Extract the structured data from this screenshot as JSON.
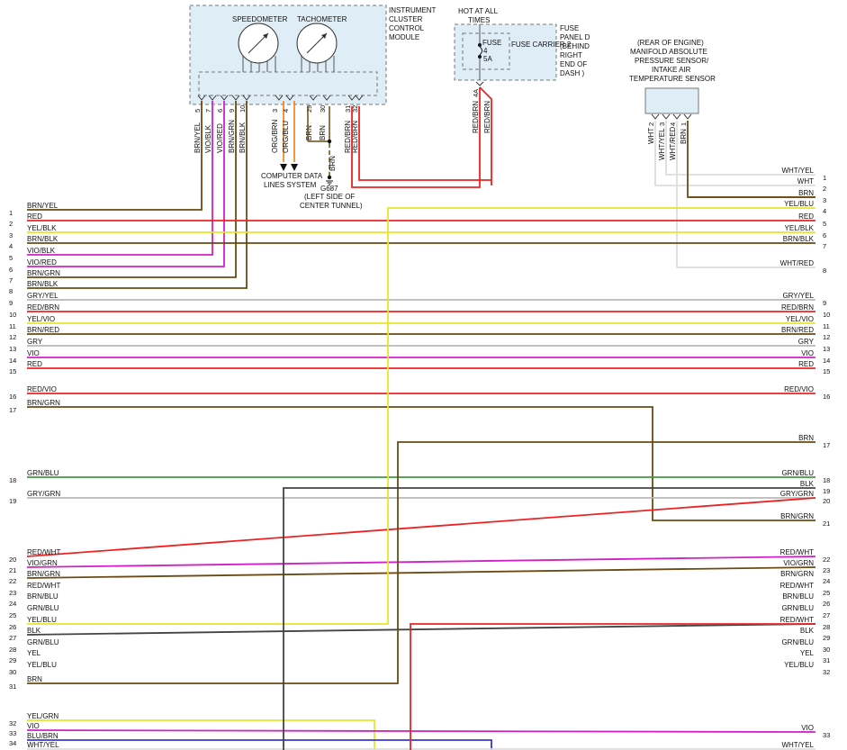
{
  "cluster": {
    "title_lines": [
      "INSTRUMENT",
      "CLUSTER",
      "CONTROL",
      "MODULE"
    ],
    "speedometer": "SPEEDOMETER",
    "tachometer": "TACHOMETER",
    "pins": [
      {
        "pin": "5",
        "color": "BRN/YEL"
      },
      {
        "pin": "7",
        "color": "VIO/BLK"
      },
      {
        "pin": "6",
        "color": "VIO/RED"
      },
      {
        "pin": "9",
        "color": "BRN/GRN"
      },
      {
        "pin": "10",
        "color": "BRN/BLK"
      },
      {
        "pin": "3",
        "color": "ORG/BRN"
      },
      {
        "pin": "4",
        "color": "ORG/BLU"
      },
      {
        "pin": "29",
        "color": "BRN"
      },
      {
        "pin": "30",
        "color": "BRN"
      },
      {
        "pin": "31",
        "color": "RED/BRN"
      },
      {
        "pin": "32",
        "color": "RED/BRN"
      }
    ]
  },
  "computer_data": [
    "COMPUTER DATA",
    "LINES SYSTEM"
  ],
  "ground": {
    "wire": "BRN",
    "id": "G687",
    "location": [
      "(LEFT SIDE OF",
      "CENTER TUNNEL)"
    ]
  },
  "fuse": {
    "hot": [
      "HOT AT ALL",
      "TIMES"
    ],
    "panel": [
      "FUSE",
      "PANEL D",
      "(BEHIND",
      "RIGHT",
      "END OF",
      "DASH )"
    ],
    "label": "FUSE",
    "number": "4",
    "rating": "5A",
    "carrier": "FUSE CARRIER 2",
    "pin": "4A",
    "wires": [
      "RED/BRN",
      "RED/BRN"
    ]
  },
  "sensor": {
    "title_lines": [
      "(REAR OF ENGINE)",
      "MANIFOLD ABSOLUTE",
      "PRESSURE SENSOR/",
      "INTAKE AIR",
      "TEMPERATURE SENSOR"
    ],
    "pins": [
      {
        "color": "WHT",
        "pin": "2"
      },
      {
        "color": "WHT/YEL",
        "pin": "3"
      },
      {
        "color": "WHT/RED",
        "pin": "4"
      },
      {
        "color": "BRN",
        "pin": "1"
      }
    ]
  },
  "left_wires": [
    {
      "n": "1",
      "label": "BRN/YEL"
    },
    {
      "n": "2",
      "label": "RED"
    },
    {
      "n": "3",
      "label": "YEL/BLK"
    },
    {
      "n": "4",
      "label": "BRN/BLK"
    },
    {
      "n": "5",
      "label": "VIO/BLK"
    },
    {
      "n": "6",
      "label": "VIO/RED"
    },
    {
      "n": "7",
      "label": "BRN/GRN"
    },
    {
      "n": "8",
      "label": "BRN/BLK"
    },
    {
      "n": "9",
      "label": "GRY/YEL"
    },
    {
      "n": "10",
      "label": "RED/BRN"
    },
    {
      "n": "11",
      "label": "YEL/VIO"
    },
    {
      "n": "12",
      "label": "BRN/RED"
    },
    {
      "n": "13",
      "label": "GRY"
    },
    {
      "n": "14",
      "label": "VIO"
    },
    {
      "n": "15",
      "label": "RED"
    },
    {
      "n": "16",
      "label": "RED/VIO"
    },
    {
      "n": "17",
      "label": "BRN/GRN"
    },
    {
      "n": "18",
      "label": "GRN/BLU"
    },
    {
      "n": "19",
      "label": "GRY/GRN"
    },
    {
      "n": "20",
      "label": "RED/WHT"
    },
    {
      "n": "21",
      "label": "VIO/GRN"
    },
    {
      "n": "22",
      "label": "BRN/GRN"
    },
    {
      "n": "23",
      "label": "RED/WHT"
    },
    {
      "n": "24",
      "label": "BRN/BLU"
    },
    {
      "n": "25",
      "label": "GRN/BLU"
    },
    {
      "n": "26",
      "label": "YEL/BLU"
    },
    {
      "n": "27",
      "label": "BLK"
    },
    {
      "n": "28",
      "label": "GRN/BLU"
    },
    {
      "n": "29",
      "label": "YEL"
    },
    {
      "n": "30",
      "label": "YEL/BLU"
    },
    {
      "n": "31",
      "label": "BRN"
    },
    {
      "n": "32",
      "label": "YEL/GRN"
    },
    {
      "n": "33",
      "label": "VIO"
    },
    {
      "n": "34",
      "label": "BLU/BRN"
    },
    {
      "n": "",
      "label": "WHT/YEL"
    }
  ],
  "right_wires": [
    {
      "n": "1",
      "label": "WHT/YEL"
    },
    {
      "n": "2",
      "label": "WHT"
    },
    {
      "n": "3",
      "label": "BRN"
    },
    {
      "n": "4",
      "label": "YEL/BLU"
    },
    {
      "n": "5",
      "label": "RED"
    },
    {
      "n": "6",
      "label": "YEL/BLK"
    },
    {
      "n": "7",
      "label": "BRN/BLK"
    },
    {
      "n": "8",
      "label": "WHT/RED"
    },
    {
      "n": "9",
      "label": "GRY/YEL"
    },
    {
      "n": "10",
      "label": "RED/BRN"
    },
    {
      "n": "11",
      "label": "YEL/VIO"
    },
    {
      "n": "12",
      "label": "BRN/RED"
    },
    {
      "n": "13",
      "label": "GRY"
    },
    {
      "n": "14",
      "label": "VIO"
    },
    {
      "n": "15",
      "label": "RED"
    },
    {
      "n": "16",
      "label": "RED/VIO"
    },
    {
      "n": "17",
      "label": "BRN"
    },
    {
      "n": "18",
      "label": "GRN/BLU"
    },
    {
      "n": "19",
      "label": "BLK"
    },
    {
      "n": "20",
      "label": "GRY/GRN"
    },
    {
      "n": "21",
      "label": "BRN/GRN"
    },
    {
      "n": "22",
      "label": "RED/WHT"
    },
    {
      "n": "23",
      "label": "VIO/GRN"
    },
    {
      "n": "24",
      "label": "BRN/GRN"
    },
    {
      "n": "25",
      "label": "RED/WHT"
    },
    {
      "n": "26",
      "label": "BRN/BLU"
    },
    {
      "n": "27",
      "label": "GRN/BLU"
    },
    {
      "n": "28",
      "label": "RED/WHT"
    },
    {
      "n": "29",
      "label": "BLK"
    },
    {
      "n": "30",
      "label": "GRN/BLU"
    },
    {
      "n": "31",
      "label": "YEL"
    },
    {
      "n": "32",
      "label": "YEL/BLU"
    },
    {
      "n": "33",
      "label": "VIO"
    },
    {
      "n": "",
      "label": "WHT/YEL"
    }
  ],
  "colors": {
    "BRN": "#6b4a12",
    "RED": "#ee2222",
    "YEL": "#e6e62a",
    "VIO": "#d020c8",
    "GRY": "#b8b8b8",
    "GRN": "#3f9a3f",
    "BLU": "#3838cc",
    "BLK": "#444444",
    "WHT": "#dddddd",
    "ORG": "#f08a2a",
    "box_fill": "#dfeef6",
    "box_border": "#777777"
  }
}
